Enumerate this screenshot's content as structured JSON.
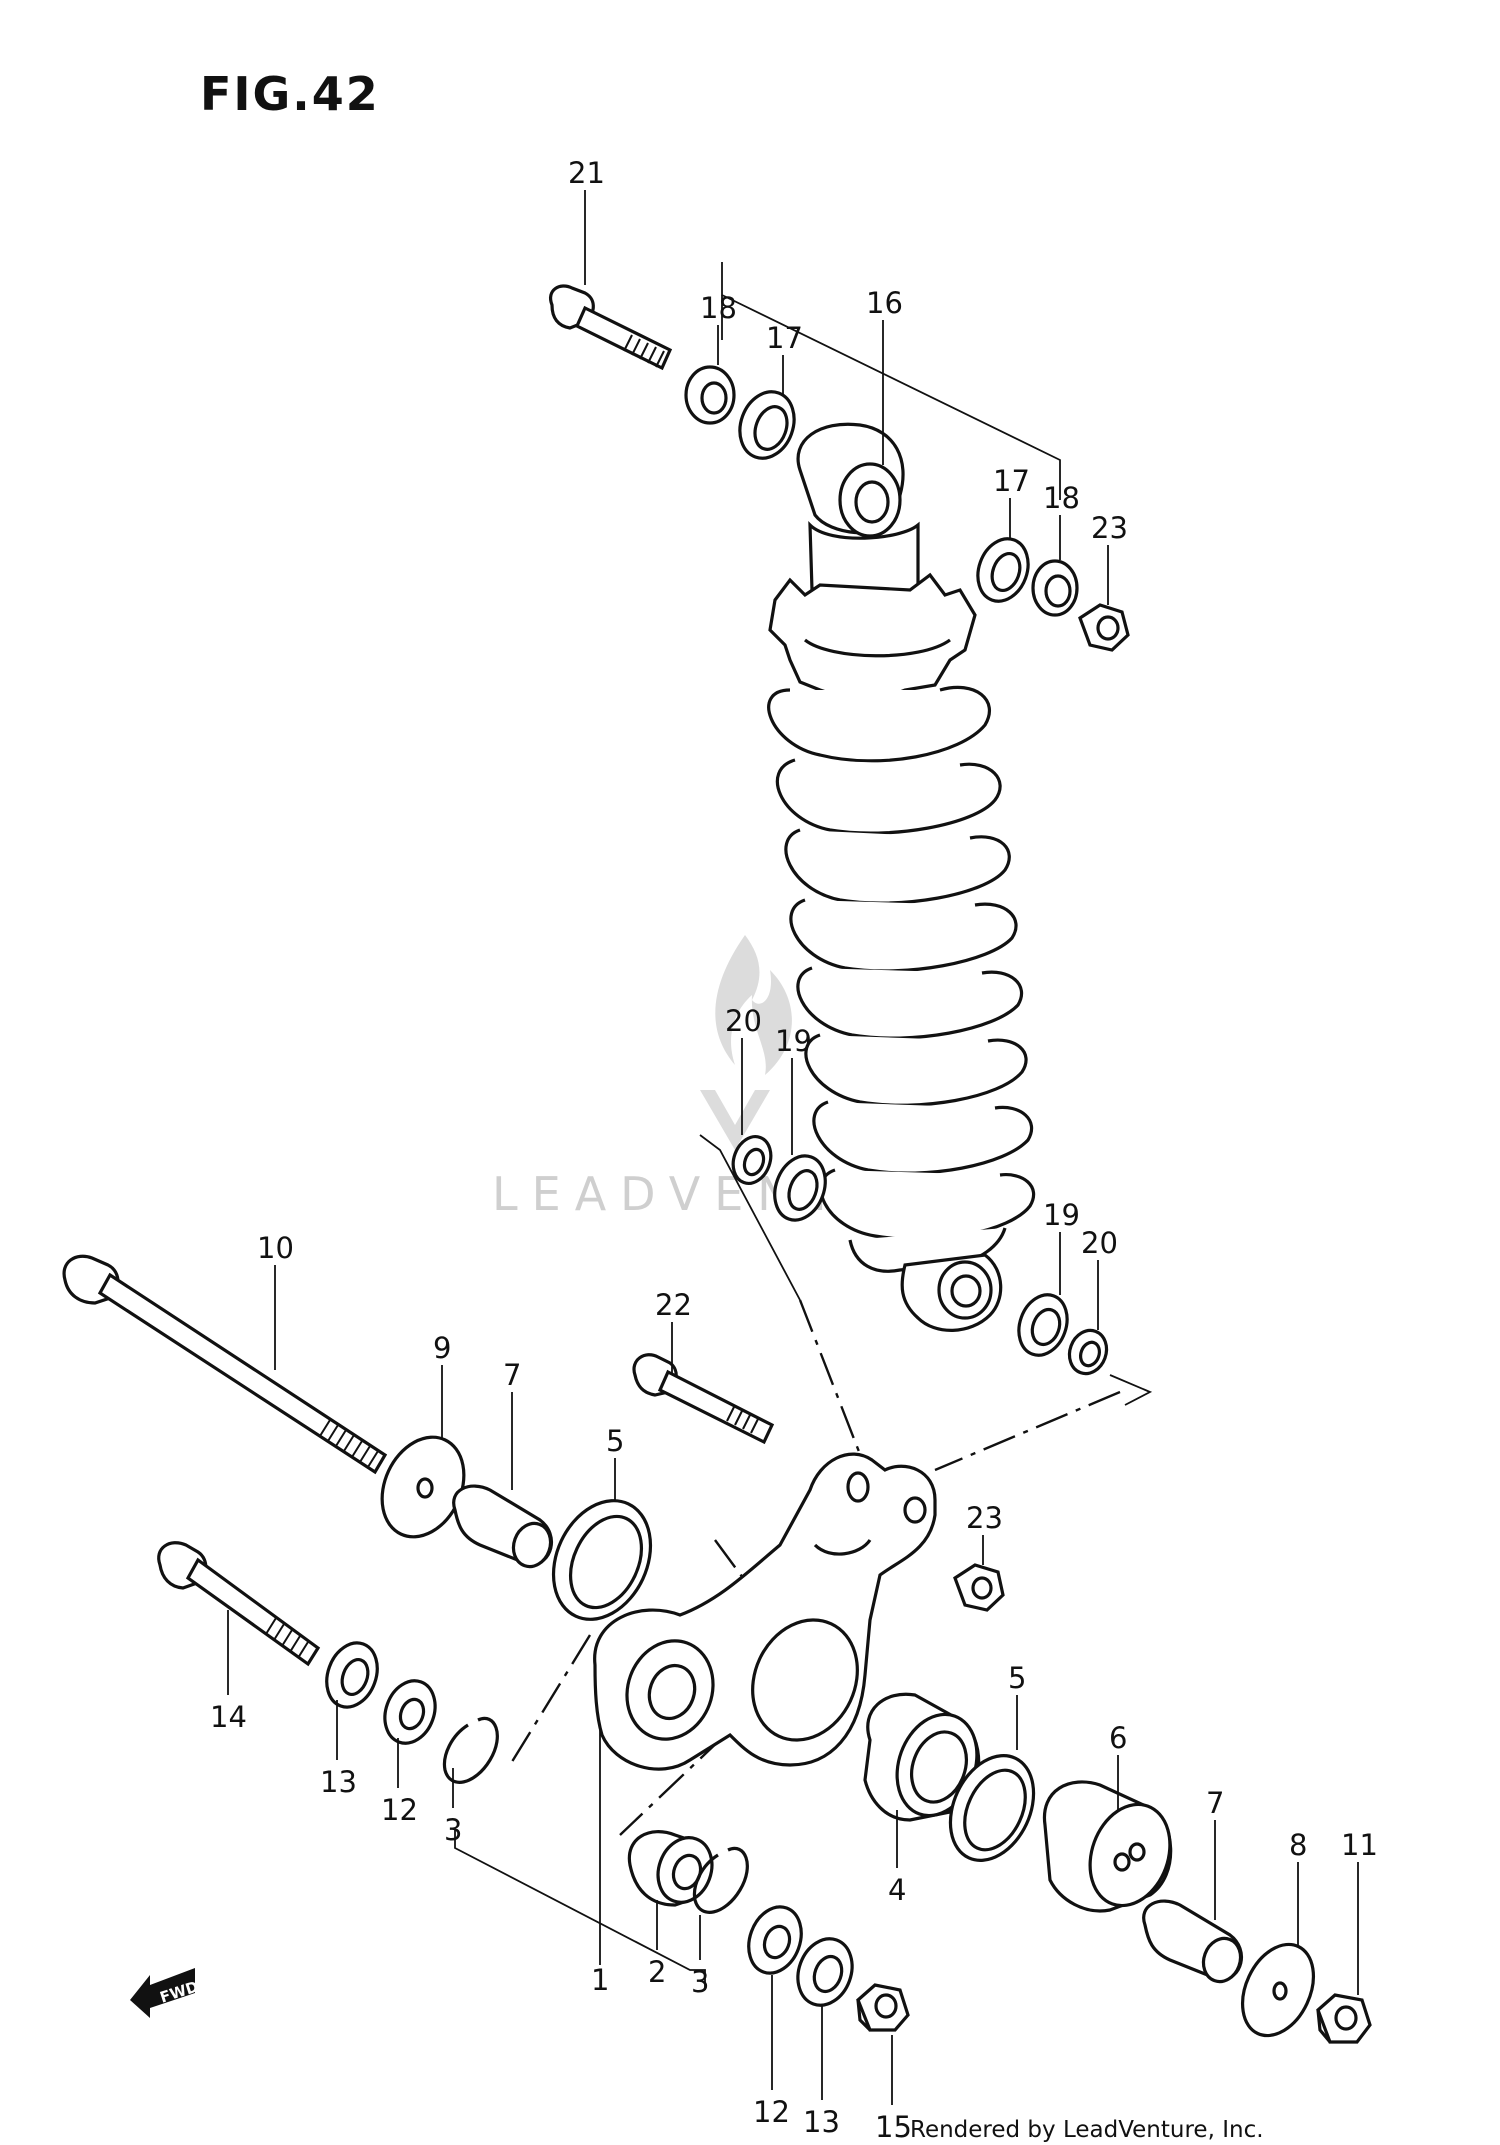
{
  "figure": {
    "title": "FIG.42",
    "credit": "Rendered by LeadVenture, Inc.",
    "watermark": "LEADVENTURE",
    "fwd_label": "FWD"
  },
  "callouts": {
    "c1": "1",
    "c2": "2",
    "c3a": "3",
    "c3b": "3",
    "c4": "4",
    "c5a": "5",
    "c5b": "5",
    "c6": "6",
    "c7a": "7",
    "c7b": "7",
    "c8": "8",
    "c9": "9",
    "c10": "10",
    "c11": "11",
    "c12a": "12",
    "c12b": "12",
    "c13a": "13",
    "c13b": "13",
    "c14": "14",
    "c15": "15",
    "c16": "16",
    "c17a": "17",
    "c17b": "17",
    "c18a": "18",
    "c18b": "18",
    "c19a": "19",
    "c19b": "19",
    "c20a": "20",
    "c20b": "20",
    "c21": "21",
    "c22": "22",
    "c23a": "23",
    "c23b": "23"
  },
  "icons": {
    "fwd_arrow": "fwd-arrow-icon",
    "watermark_logo": "leadventure-flame-icon"
  }
}
